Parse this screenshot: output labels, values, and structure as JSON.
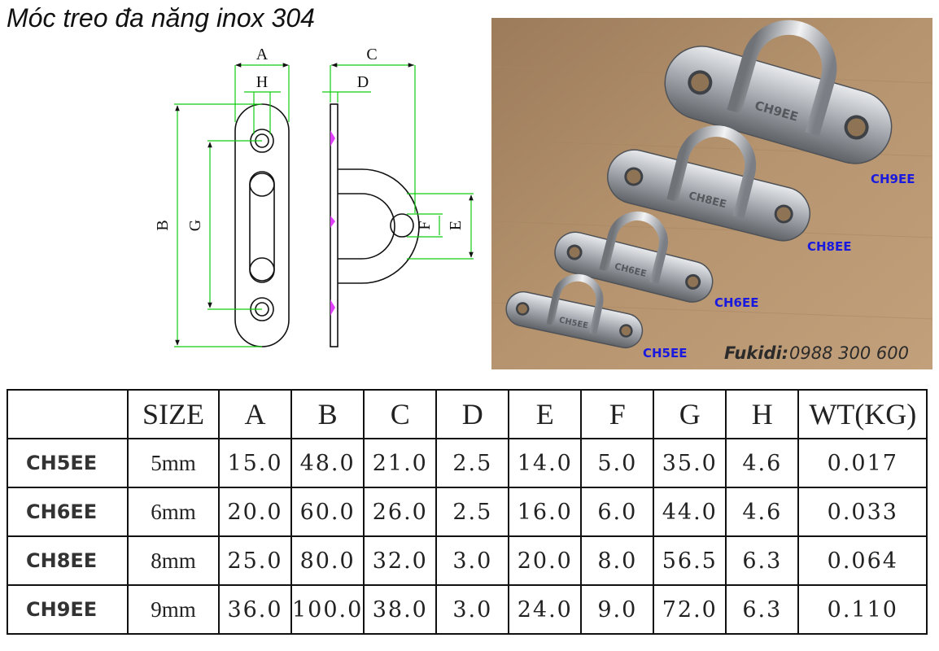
{
  "title": "Móc treo đa năng inox 304",
  "drawing": {
    "labels": {
      "a": "A",
      "h": "H",
      "b": "B",
      "g": "G",
      "c": "C",
      "d": "D",
      "e": "E",
      "f": "F"
    }
  },
  "photo": {
    "stamp_ch9ee": "CH9EE",
    "stamp_ch8ee": "CH8EE",
    "stamp_ch6ee": "CH6EE",
    "stamp_ch5ee": "CH5EE",
    "label_ch9ee": "CH9EE",
    "label_ch8ee": "CH8EE",
    "label_ch6ee": "CH6EE",
    "label_ch5ee": "CH5EE",
    "brand": "Fukidi:",
    "phone": "0988 300 600",
    "colors": {
      "cardboard": "#b08f6d",
      "label": "#1a1adf",
      "steel": "#c9ccd0"
    }
  },
  "table": {
    "headers": [
      "",
      "SIZE",
      "A",
      "B",
      "C",
      "D",
      "E",
      "F",
      "G",
      "H",
      "WT(KG)"
    ],
    "rows": [
      [
        "CH5EE",
        "5mm",
        "15.0",
        "48.0",
        "21.0",
        "2.5",
        "14.0",
        "5.0",
        "35.0",
        "4.6",
        "0.017"
      ],
      [
        "CH6EE",
        "6mm",
        "20.0",
        "60.0",
        "26.0",
        "2.5",
        "16.0",
        "6.0",
        "44.0",
        "4.6",
        "0.033"
      ],
      [
        "CH8EE",
        "8mm",
        "25.0",
        "80.0",
        "32.0",
        "3.0",
        "20.0",
        "8.0",
        "56.5",
        "6.3",
        "0.064"
      ],
      [
        "CH9EE",
        "9mm",
        "36.0",
        "100.0",
        "38.0",
        "3.0",
        "24.0",
        "9.0",
        "72.0",
        "6.3",
        "0.110"
      ]
    ]
  }
}
